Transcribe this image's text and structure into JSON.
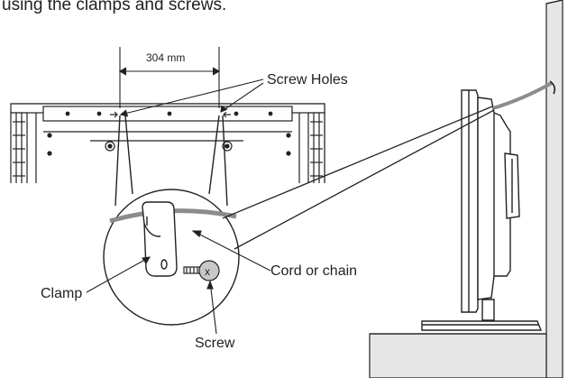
{
  "caption": "using the clamps and screws.",
  "labels": {
    "dimension": "304 mm",
    "screw_holes": "Screw Holes",
    "clamp": "Clamp",
    "cord_or_chain": "Cord or chain",
    "screw": "Screw"
  },
  "colors": {
    "line": "#222222",
    "cord": "#8c8c8c",
    "wall_fill": "#e6e6e6",
    "panel_fill": "#ffffff"
  }
}
